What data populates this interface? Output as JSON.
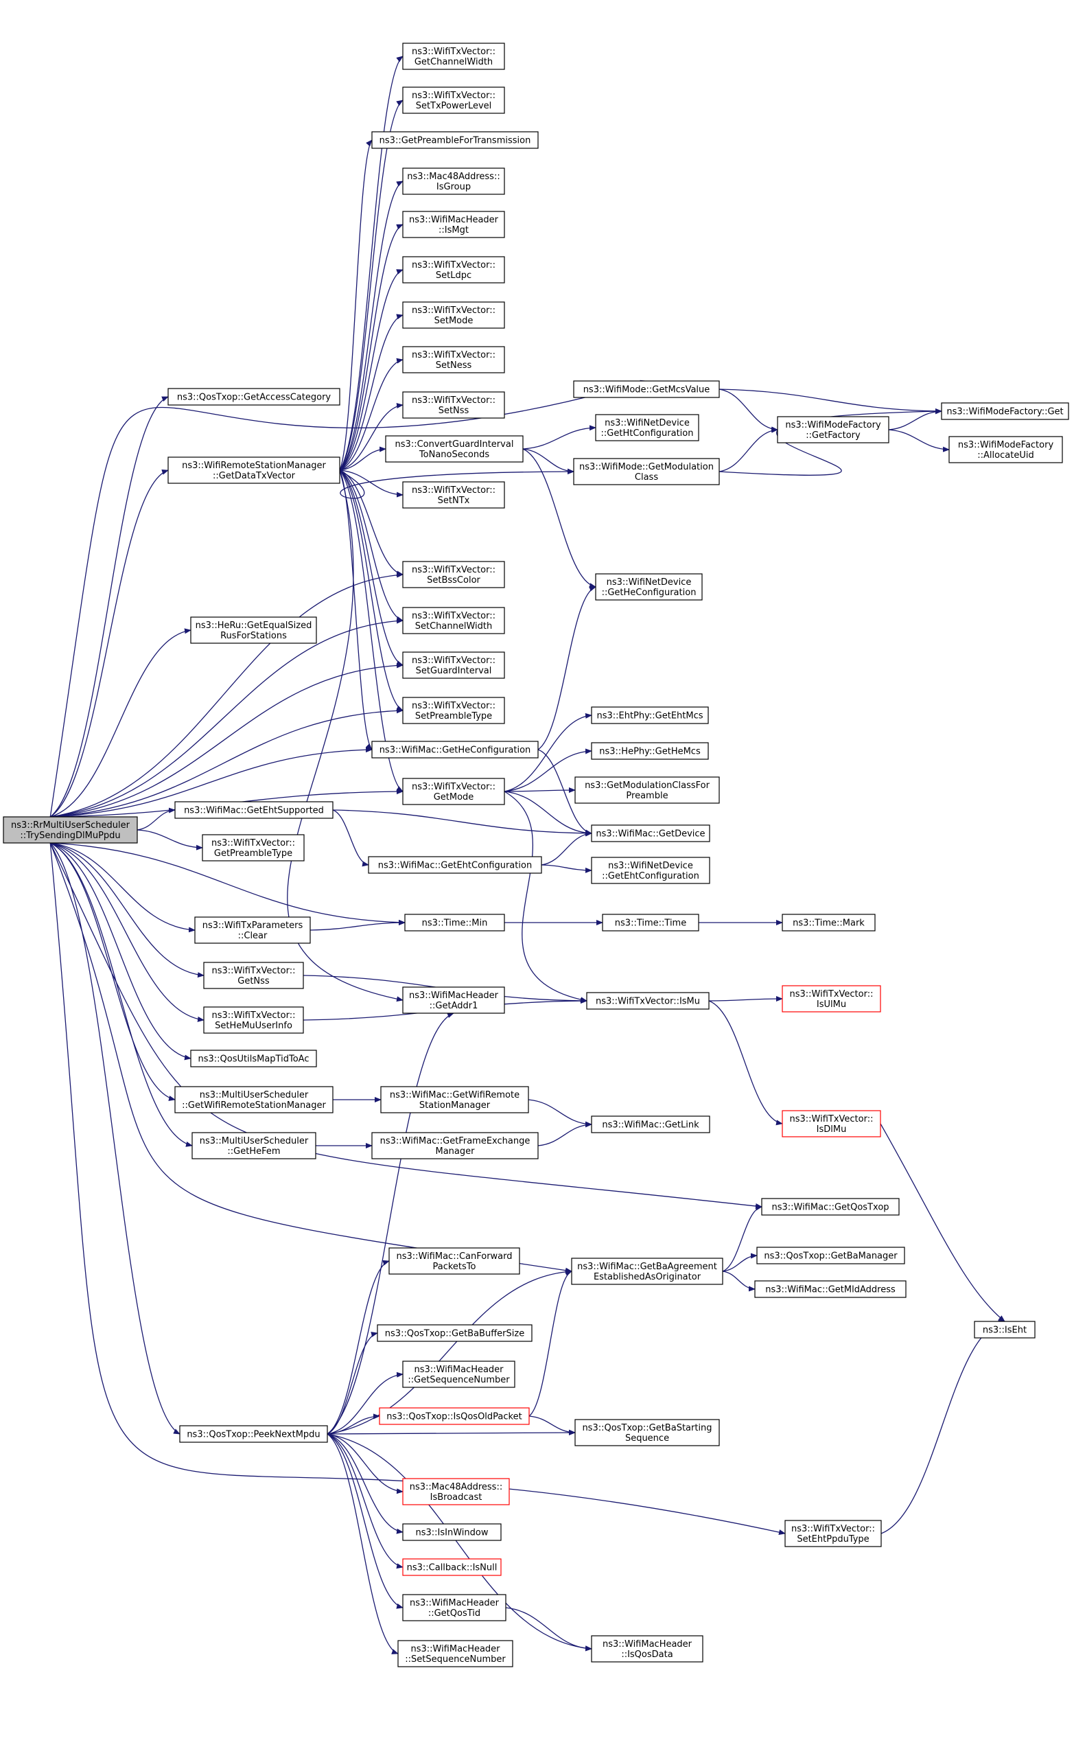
{
  "colors": {
    "edge": "#191970",
    "node_border": "#000000",
    "truncated_border": "#ff0000",
    "root_fill": "#bfbfbf"
  },
  "nodes": [
    {
      "id": "root",
      "lines": [
        "ns3::RrMultiUserScheduler",
        "::TrySendingDlMuPpdu"
      ],
      "kind": "root"
    },
    {
      "id": "getChannelWidth",
      "lines": [
        "ns3::WifiTxVector::",
        "GetChannelWidth"
      ]
    },
    {
      "id": "setTxPowerLevel",
      "lines": [
        "ns3::WifiTxVector::",
        "SetTxPowerLevel"
      ]
    },
    {
      "id": "getPreambleForTransmission",
      "lines": [
        "ns3::GetPreambleForTransmission"
      ]
    },
    {
      "id": "isGroup",
      "lines": [
        "ns3::Mac48Address::",
        "IsGroup"
      ]
    },
    {
      "id": "isMgt",
      "lines": [
        "ns3::WifiMacHeader",
        "::IsMgt"
      ]
    },
    {
      "id": "setLdpc",
      "lines": [
        "ns3::WifiTxVector::",
        "SetLdpc"
      ]
    },
    {
      "id": "setMode",
      "lines": [
        "ns3::WifiTxVector::",
        "SetMode"
      ]
    },
    {
      "id": "setNess",
      "lines": [
        "ns3::WifiTxVector::",
        "SetNess"
      ]
    },
    {
      "id": "setNss",
      "lines": [
        "ns3::WifiTxVector::",
        "SetNss"
      ]
    },
    {
      "id": "getAccessCategory",
      "lines": [
        "ns3::QosTxop::GetAccessCategory"
      ]
    },
    {
      "id": "getMcsValue",
      "lines": [
        "ns3::WifiMode::GetMcsValue"
      ]
    },
    {
      "id": "modeFactoryGet",
      "lines": [
        "ns3::WifiModeFactory::Get"
      ]
    },
    {
      "id": "getHtConfiguration",
      "lines": [
        "ns3::WifiNetDevice",
        "::GetHtConfiguration"
      ]
    },
    {
      "id": "getFactory",
      "lines": [
        "ns3::WifiModeFactory",
        "::GetFactory"
      ]
    },
    {
      "id": "getDataTxVector",
      "lines": [
        "ns3::WifiRemoteStationManager",
        "::GetDataTxVector"
      ]
    },
    {
      "id": "convertGuard",
      "lines": [
        "ns3::ConvertGuardInterval",
        "ToNanoSeconds"
      ]
    },
    {
      "id": "allocateUid",
      "lines": [
        "ns3::WifiModeFactory",
        "::AllocateUid"
      ]
    },
    {
      "id": "getModulationClass",
      "lines": [
        "ns3::WifiMode::GetModulation",
        "Class"
      ]
    },
    {
      "id": "setNTx",
      "lines": [
        "ns3::WifiTxVector::",
        "SetNTx"
      ]
    },
    {
      "id": "setBssColor",
      "lines": [
        "ns3::WifiTxVector::",
        "SetBssColor"
      ]
    },
    {
      "id": "getHeConfigurationDev",
      "lines": [
        "ns3::WifiNetDevice",
        "::GetHeConfiguration"
      ]
    },
    {
      "id": "getEqualSizedRus",
      "lines": [
        "ns3::HeRu::GetEqualSized",
        "RusForStations"
      ]
    },
    {
      "id": "setChannelWidth",
      "lines": [
        "ns3::WifiTxVector::",
        "SetChannelWidth"
      ]
    },
    {
      "id": "setGuardInterval",
      "lines": [
        "ns3::WifiTxVector::",
        "SetGuardInterval"
      ]
    },
    {
      "id": "setPreambleType",
      "lines": [
        "ns3::WifiTxVector::",
        "SetPreambleType"
      ]
    },
    {
      "id": "getEhtMcs",
      "lines": [
        "ns3::EhtPhy::GetEhtMcs"
      ]
    },
    {
      "id": "getHeConfigurationMac",
      "lines": [
        "ns3::WifiMac::GetHeConfiguration"
      ]
    },
    {
      "id": "getHeMcs",
      "lines": [
        "ns3::HePhy::GetHeMcs"
      ]
    },
    {
      "id": "getMode",
      "lines": [
        "ns3::WifiTxVector::",
        "GetMode"
      ]
    },
    {
      "id": "getModClassForPreamble",
      "lines": [
        "ns3::GetModulationClassFor",
        "Preamble"
      ]
    },
    {
      "id": "getEhtSupported",
      "lines": [
        "ns3::WifiMac::GetEhtSupported"
      ]
    },
    {
      "id": "getDevice",
      "lines": [
        "ns3::WifiMac::GetDevice"
      ]
    },
    {
      "id": "getPreambleType",
      "lines": [
        "ns3::WifiTxVector::",
        "GetPreambleType"
      ]
    },
    {
      "id": "getEhtConfigurationMac",
      "lines": [
        "ns3::WifiMac::GetEhtConfiguration"
      ]
    },
    {
      "id": "getEhtConfigurationDev",
      "lines": [
        "ns3::WifiNetDevice",
        "::GetEhtConfiguration"
      ]
    },
    {
      "id": "txParamsClear",
      "lines": [
        "ns3::WifiTxParameters",
        "::Clear"
      ]
    },
    {
      "id": "timeMin",
      "lines": [
        "ns3::Time::Min"
      ]
    },
    {
      "id": "timeTime",
      "lines": [
        "ns3::Time::Time"
      ]
    },
    {
      "id": "timeMark",
      "lines": [
        "ns3::Time::Mark"
      ]
    },
    {
      "id": "getNss",
      "lines": [
        "ns3::WifiTxVector::",
        "GetNss"
      ]
    },
    {
      "id": "getAddr1",
      "lines": [
        "ns3::WifiMacHeader",
        "::GetAddr1"
      ]
    },
    {
      "id": "isMu",
      "lines": [
        "ns3::WifiTxVector::IsMu"
      ]
    },
    {
      "id": "isUlMu",
      "lines": [
        "ns3::WifiTxVector::",
        "IsUlMu"
      ],
      "kind": "trunc"
    },
    {
      "id": "setHeMuUserInfo",
      "lines": [
        "ns3::WifiTxVector::",
        "SetHeMuUserInfo"
      ]
    },
    {
      "id": "qosUtilsMapTidToAc",
      "lines": [
        "ns3::QosUtilsMapTidToAc"
      ]
    },
    {
      "id": "getWifiRemoteStationManager",
      "lines": [
        "ns3::MultiUserScheduler",
        "::GetWifiRemoteStationManager"
      ]
    },
    {
      "id": "macGetWifiRemote",
      "lines": [
        "ns3::WifiMac::GetWifiRemote",
        "StationManager"
      ]
    },
    {
      "id": "isDlMu",
      "lines": [
        "ns3::WifiTxVector::",
        "IsDlMu"
      ],
      "kind": "trunc"
    },
    {
      "id": "getLink",
      "lines": [
        "ns3::WifiMac::GetLink"
      ]
    },
    {
      "id": "getHeFem",
      "lines": [
        "ns3::MultiUserScheduler",
        "::GetHeFem"
      ]
    },
    {
      "id": "getFrameExchangeManager",
      "lines": [
        "ns3::WifiMac::GetFrameExchange",
        "Manager"
      ]
    },
    {
      "id": "getQosTxop",
      "lines": [
        "ns3::WifiMac::GetQosTxop"
      ]
    },
    {
      "id": "canForwardPacketsTo",
      "lines": [
        "ns3::WifiMac::CanForward",
        "PacketsTo"
      ]
    },
    {
      "id": "getBaAgreement",
      "lines": [
        "ns3::WifiMac::GetBaAgreement",
        "EstablishedAsOriginator"
      ]
    },
    {
      "id": "getBaManager",
      "lines": [
        "ns3::QosTxop::GetBaManager"
      ]
    },
    {
      "id": "getMldAddress",
      "lines": [
        "ns3::WifiMac::GetMldAddress"
      ]
    },
    {
      "id": "isEht",
      "lines": [
        "ns3::IsEht"
      ]
    },
    {
      "id": "getBaBufferSize",
      "lines": [
        "ns3::QosTxop::GetBaBufferSize"
      ]
    },
    {
      "id": "getSequenceNumber",
      "lines": [
        "ns3::WifiMacHeader",
        "::GetSequenceNumber"
      ]
    },
    {
      "id": "isQosOldPacket",
      "lines": [
        "ns3::QosTxop::IsQosOldPacket"
      ],
      "kind": "trunc"
    },
    {
      "id": "peekNextMpdu",
      "lines": [
        "ns3::QosTxop::PeekNextMpdu"
      ]
    },
    {
      "id": "getBaStartingSequence",
      "lines": [
        "ns3::QosTxop::GetBaStarting",
        "Sequence"
      ]
    },
    {
      "id": "isBroadcast",
      "lines": [
        "ns3::Mac48Address::",
        "IsBroadcast"
      ],
      "kind": "trunc"
    },
    {
      "id": "setEhtPpduType",
      "lines": [
        "ns3::WifiTxVector::",
        "SetEhtPpduType"
      ]
    },
    {
      "id": "isInWindow",
      "lines": [
        "ns3::IsInWindow"
      ]
    },
    {
      "id": "callbackIsNull",
      "lines": [
        "ns3::Callback::IsNull"
      ],
      "kind": "trunc"
    },
    {
      "id": "getQosTid",
      "lines": [
        "ns3::WifiMacHeader",
        "::GetQosTid"
      ]
    },
    {
      "id": "isQosData",
      "lines": [
        "ns3::WifiMacHeader",
        "::IsQosData"
      ]
    },
    {
      "id": "setSequenceNumber",
      "lines": [
        "ns3::WifiMacHeader",
        "::SetSequenceNumber"
      ]
    }
  ],
  "edges": [
    [
      "root",
      "getAccessCategory"
    ],
    [
      "root",
      "getDataTxVector"
    ],
    [
      "root",
      "getEqualSizedRus"
    ],
    [
      "root",
      "getEhtSupported"
    ],
    [
      "root",
      "getPreambleType"
    ],
    [
      "root",
      "txParamsClear"
    ],
    [
      "root",
      "getNss"
    ],
    [
      "root",
      "setHeMuUserInfo"
    ],
    [
      "root",
      "qosUtilsMapTidToAc"
    ],
    [
      "root",
      "getWifiRemoteStationManager"
    ],
    [
      "root",
      "getHeFem"
    ],
    [
      "root",
      "peekNextMpdu"
    ],
    [
      "root",
      "getMcsValue"
    ],
    [
      "root",
      "setBssColor"
    ],
    [
      "root",
      "setChannelWidth"
    ],
    [
      "root",
      "setGuardInterval"
    ],
    [
      "root",
      "setPreambleType"
    ],
    [
      "root",
      "getHeConfigurationMac"
    ],
    [
      "root",
      "getMode"
    ],
    [
      "root",
      "timeMin"
    ],
    [
      "root",
      "getQosTxop"
    ],
    [
      "root",
      "getBaAgreement"
    ],
    [
      "root",
      "setEhtPpduType"
    ],
    [
      "getDataTxVector",
      "getChannelWidth"
    ],
    [
      "getDataTxVector",
      "setTxPowerLevel"
    ],
    [
      "getDataTxVector",
      "getPreambleForTransmission"
    ],
    [
      "getDataTxVector",
      "isGroup"
    ],
    [
      "getDataTxVector",
      "isMgt"
    ],
    [
      "getDataTxVector",
      "setLdpc"
    ],
    [
      "getDataTxVector",
      "setMode"
    ],
    [
      "getDataTxVector",
      "setNess"
    ],
    [
      "getDataTxVector",
      "setNss"
    ],
    [
      "getDataTxVector",
      "convertGuard"
    ],
    [
      "getDataTxVector",
      "setNTx"
    ],
    [
      "getDataTxVector",
      "getModulationClass"
    ],
    [
      "getDataTxVector",
      "setBssColor"
    ],
    [
      "getDataTxVector",
      "setChannelWidth"
    ],
    [
      "getDataTxVector",
      "setGuardInterval"
    ],
    [
      "getDataTxVector",
      "setPreambleType"
    ],
    [
      "getDataTxVector",
      "getHeConfigurationMac"
    ],
    [
      "getDataTxVector",
      "getMode"
    ],
    [
      "getDataTxVector",
      "getAddr1"
    ],
    [
      "getMcsValue",
      "modeFactoryGet"
    ],
    [
      "getMcsValue",
      "getFactory"
    ],
    [
      "getFactory",
      "modeFactoryGet"
    ],
    [
      "getFactory",
      "allocateUid"
    ],
    [
      "convertGuard",
      "getHtConfiguration"
    ],
    [
      "convertGuard",
      "getModulationClass"
    ],
    [
      "convertGuard",
      "getHeConfigurationDev"
    ],
    [
      "getModulationClass",
      "getFactory"
    ],
    [
      "getModulationClass",
      "modeFactoryGet"
    ],
    [
      "getHeConfigurationMac",
      "getHeConfigurationDev"
    ],
    [
      "getHeConfigurationMac",
      "getDevice"
    ],
    [
      "getMode",
      "getEhtMcs"
    ],
    [
      "getMode",
      "getHeMcs"
    ],
    [
      "getMode",
      "getModClassForPreamble"
    ],
    [
      "getMode",
      "getDevice"
    ],
    [
      "getMode",
      "isMu"
    ],
    [
      "getEhtSupported",
      "getDevice"
    ],
    [
      "getEhtSupported",
      "getEhtConfigurationMac"
    ],
    [
      "getEhtConfigurationMac",
      "getDevice"
    ],
    [
      "getEhtConfigurationMac",
      "getEhtConfigurationDev"
    ],
    [
      "txParamsClear",
      "timeMin"
    ],
    [
      "timeMin",
      "timeTime"
    ],
    [
      "timeTime",
      "timeMark"
    ],
    [
      "getNss",
      "isMu"
    ],
    [
      "setHeMuUserInfo",
      "isMu"
    ],
    [
      "isMu",
      "isUlMu"
    ],
    [
      "isMu",
      "isDlMu"
    ],
    [
      "isDlMu",
      "isEht"
    ],
    [
      "getWifiRemoteStationManager",
      "macGetWifiRemote"
    ],
    [
      "macGetWifiRemote",
      "getLink"
    ],
    [
      "getHeFem",
      "getFrameExchangeManager"
    ],
    [
      "getFrameExchangeManager",
      "getLink"
    ],
    [
      "getBaAgreement",
      "getQosTxop"
    ],
    [
      "getBaAgreement",
      "getBaManager"
    ],
    [
      "getBaAgreement",
      "getMldAddress"
    ],
    [
      "peekNextMpdu",
      "getAddr1"
    ],
    [
      "peekNextMpdu",
      "canForwardPacketsTo"
    ],
    [
      "peekNextMpdu",
      "getBaAgreement"
    ],
    [
      "peekNextMpdu",
      "getBaBufferSize"
    ],
    [
      "peekNextMpdu",
      "getSequenceNumber"
    ],
    [
      "peekNextMpdu",
      "isQosOldPacket"
    ],
    [
      "peekNextMpdu",
      "getBaStartingSequence"
    ],
    [
      "peekNextMpdu",
      "isBroadcast"
    ],
    [
      "peekNextMpdu",
      "isInWindow"
    ],
    [
      "peekNextMpdu",
      "callbackIsNull"
    ],
    [
      "peekNextMpdu",
      "getQosTid"
    ],
    [
      "peekNextMpdu",
      "setSequenceNumber"
    ],
    [
      "peekNextMpdu",
      "isQosData"
    ],
    [
      "isQosOldPacket",
      "getBaAgreement"
    ],
    [
      "isQosOldPacket",
      "getBaStartingSequence"
    ],
    [
      "getQosTid",
      "isQosData"
    ],
    [
      "setEhtPpduType",
      "isEht"
    ]
  ]
}
